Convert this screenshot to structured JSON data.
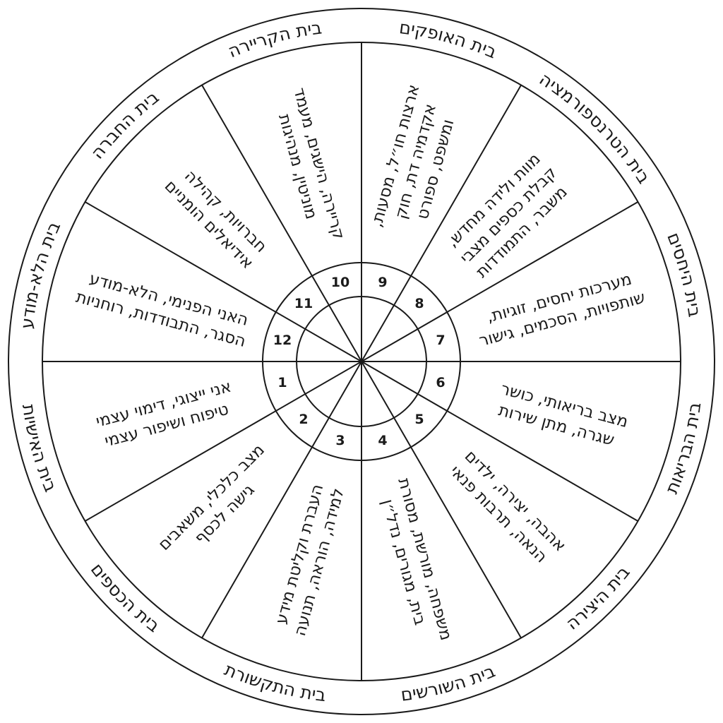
{
  "diagram": {
    "type": "astrological-house-wheel",
    "colors": {
      "line": "#1a1a1a",
      "background": "#ffffff"
    },
    "houses": [
      {
        "number": "1",
        "label": "בית האישיות",
        "lines": [
          "אני ייצוגי, דימוי עצמי",
          "טיפוח ושיפור עצמי"
        ]
      },
      {
        "number": "2",
        "label": "בית הכספים",
        "lines": [
          "מצב כלכלי, משאבים",
          "גישה לכסף"
        ]
      },
      {
        "number": "3",
        "label": "בית התקשורת",
        "lines": [
          "העברת וקליטת מידע",
          "למידה, הוראה, תנועה"
        ]
      },
      {
        "number": "4",
        "label": "בית השורשים",
        "lines": [
          "משפחה, מורשת, מסורת",
          "בית, מגורים, נדל״ן"
        ]
      },
      {
        "number": "5",
        "label": "בית היצירה",
        "lines": [
          "אהבה, יצירה, ילדים",
          "הנאה, תרבות פנאי"
        ]
      },
      {
        "number": "6",
        "label": "בית הבריאות",
        "lines": [
          "מצב בריאותי, כושר",
          "שגרה, מתן שירות"
        ]
      },
      {
        "number": "7",
        "label": "בית היחסים",
        "lines": [
          "מערכות יחסים, זוגיות,",
          "שותפויות, הסכמים, גישור"
        ]
      },
      {
        "number": "8",
        "label": "בית הטרנספורמציה",
        "lines": [
          "מוות ולידה מחדש,",
          "קבלת כספים מצבי",
          "משבר, התמודדות"
        ]
      },
      {
        "number": "9",
        "label": "בית האופקים",
        "lines": [
          "ארצות חו״ל, מסעות,",
          "אקדמיה דת, חוק",
          "ומשפט, ספורט"
        ]
      },
      {
        "number": "10",
        "label": "בית הקריירה",
        "lines": [
          "קריירה, הישגים, מעמד",
          "מוניטין, מנהיגות"
        ]
      },
      {
        "number": "11",
        "label": "בית החברה",
        "lines": [
          "חברויות, קהילה",
          "אידיאלים הומניים"
        ]
      },
      {
        "number": "12",
        "label": "בית הלא-מודע",
        "lines": [
          "האני הפנימי, הלא-מודע",
          "הסגר, התבודדות, רוחניות"
        ]
      }
    ]
  }
}
